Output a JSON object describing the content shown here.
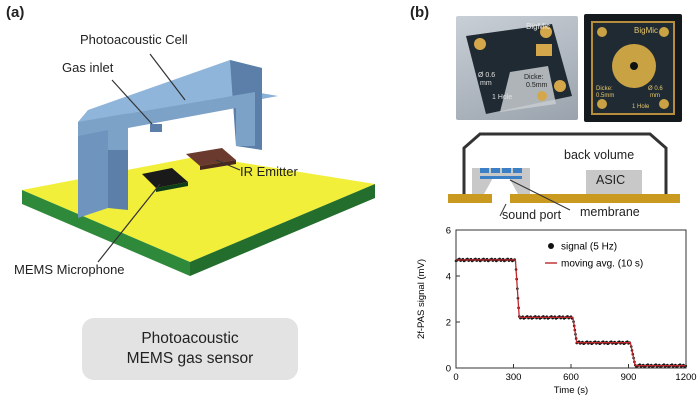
{
  "panel_a": {
    "label": "(a)",
    "labels": {
      "cell": "Photoacoustic Cell",
      "inlet": "Gas inlet",
      "emitter": "IR Emitter",
      "mic": "MEMS Microphone"
    },
    "caption_line1": "Photoacoustic",
    "caption_line2": "MEMS gas sensor"
  },
  "panel_b": {
    "label": "(b)",
    "photo_left": {
      "brand": "BigMic",
      "text1": "Ø 0.6",
      "text2": "mm",
      "text3": "Dicke:",
      "text4": "0.5mm",
      "text5": "1 Hole"
    },
    "photo_right": {
      "brand": "BigMic",
      "text1": "Dicke:",
      "text2": "0.5mm",
      "text3": "Ø 0.6",
      "text4": "mm",
      "text5": "1 Hole"
    },
    "schematic": {
      "back_volume": "back volume",
      "asic": "ASIC",
      "sound_port": "sound port",
      "membrane": "membrane"
    }
  },
  "colors": {
    "board_yellow": "#f2ef3a",
    "board_green": "#2e8a3a",
    "cell_blue": "#7da2c8",
    "emitter_brown": "#6b3a2e",
    "mic_black": "#1a1a1a",
    "trace_red": "#c0272d"
  },
  "chart_data": {
    "type": "line",
    "ylabel": "2f-PAS signal (mV)",
    "xlabel": "Time (s)",
    "xlim": [
      0,
      1200
    ],
    "ylim": [
      0,
      6
    ],
    "xticks": [
      0,
      300,
      600,
      900,
      1200
    ],
    "yticks": [
      0,
      2,
      4,
      6
    ],
    "legend_position": "top-right",
    "series": [
      {
        "name": "signal (5 Hz)",
        "style": "dots",
        "color": "#111111",
        "segments": [
          {
            "x_start": 0,
            "x_end": 310,
            "level": 4.7
          },
          {
            "x_start": 330,
            "x_end": 610,
            "level": 2.2
          },
          {
            "x_start": 630,
            "x_end": 910,
            "level": 1.1
          },
          {
            "x_start": 935,
            "x_end": 1200,
            "level": 0.1
          }
        ]
      },
      {
        "name": "moving avg. (10 s)",
        "style": "line",
        "color": "#c0272d",
        "x": [
          0,
          310,
          330,
          610,
          630,
          910,
          935,
          1200
        ],
        "y": [
          4.7,
          4.7,
          2.2,
          2.2,
          1.1,
          1.1,
          0.1,
          0.1
        ]
      }
    ]
  }
}
